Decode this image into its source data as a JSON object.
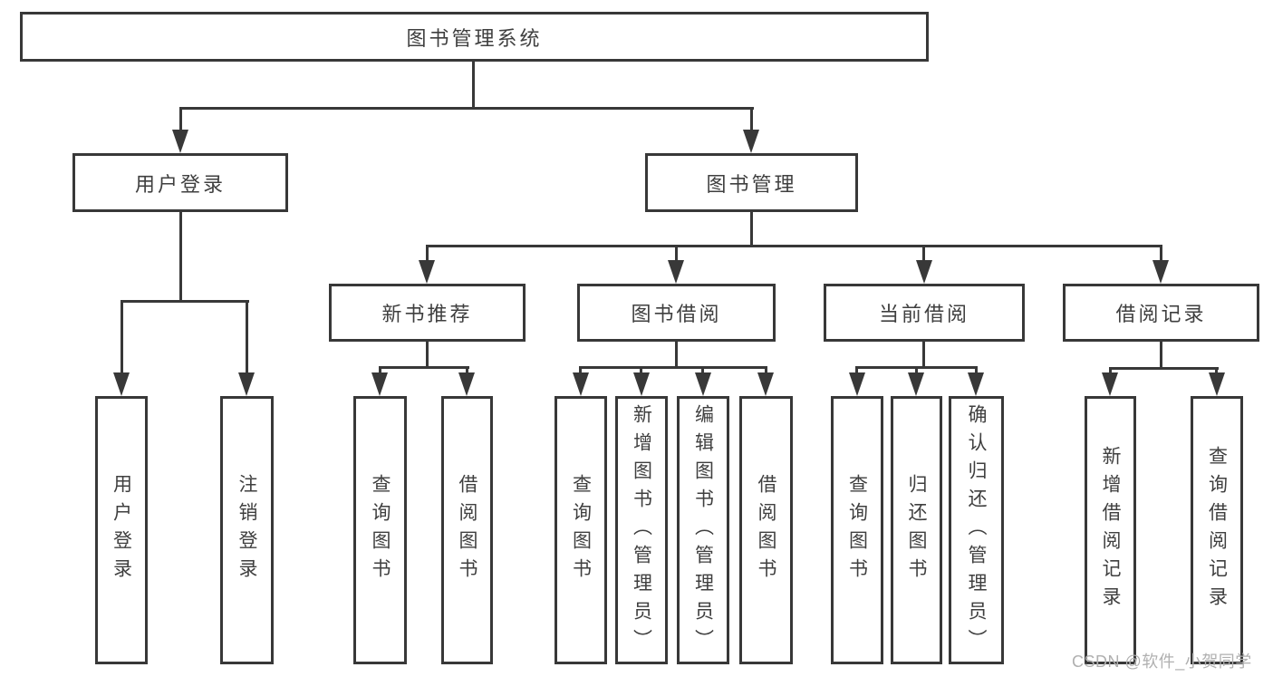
{
  "colors": {
    "line": "#383838",
    "text": "#3f3f3f",
    "background": "#ffffff",
    "watermark": "#b0b0b0"
  },
  "watermark": "CSDN @软件_小贺同学",
  "tree": {
    "root": {
      "label": "图书管理系统",
      "children": [
        {
          "label": "用户登录",
          "children": [
            {
              "label": "用户登录"
            },
            {
              "label": "注销登录"
            }
          ]
        },
        {
          "label": "图书管理",
          "children": [
            {
              "label": "新书推荐",
              "children": [
                {
                  "label": "查询图书"
                },
                {
                  "label": "借阅图书"
                }
              ]
            },
            {
              "label": "图书借阅",
              "children": [
                {
                  "label": "查询图书"
                },
                {
                  "label": "新增图书（管理员）"
                },
                {
                  "label": "编辑图书（管理员）"
                },
                {
                  "label": "借阅图书"
                }
              ]
            },
            {
              "label": "当前借阅",
              "children": [
                {
                  "label": "查询图书"
                },
                {
                  "label": "归还图书"
                },
                {
                  "label": "确认归还（管理员）"
                }
              ]
            },
            {
              "label": "借阅记录",
              "children": [
                {
                  "label": "新增借阅记录"
                },
                {
                  "label": "查询借阅记录"
                }
              ]
            }
          ]
        }
      ]
    }
  }
}
